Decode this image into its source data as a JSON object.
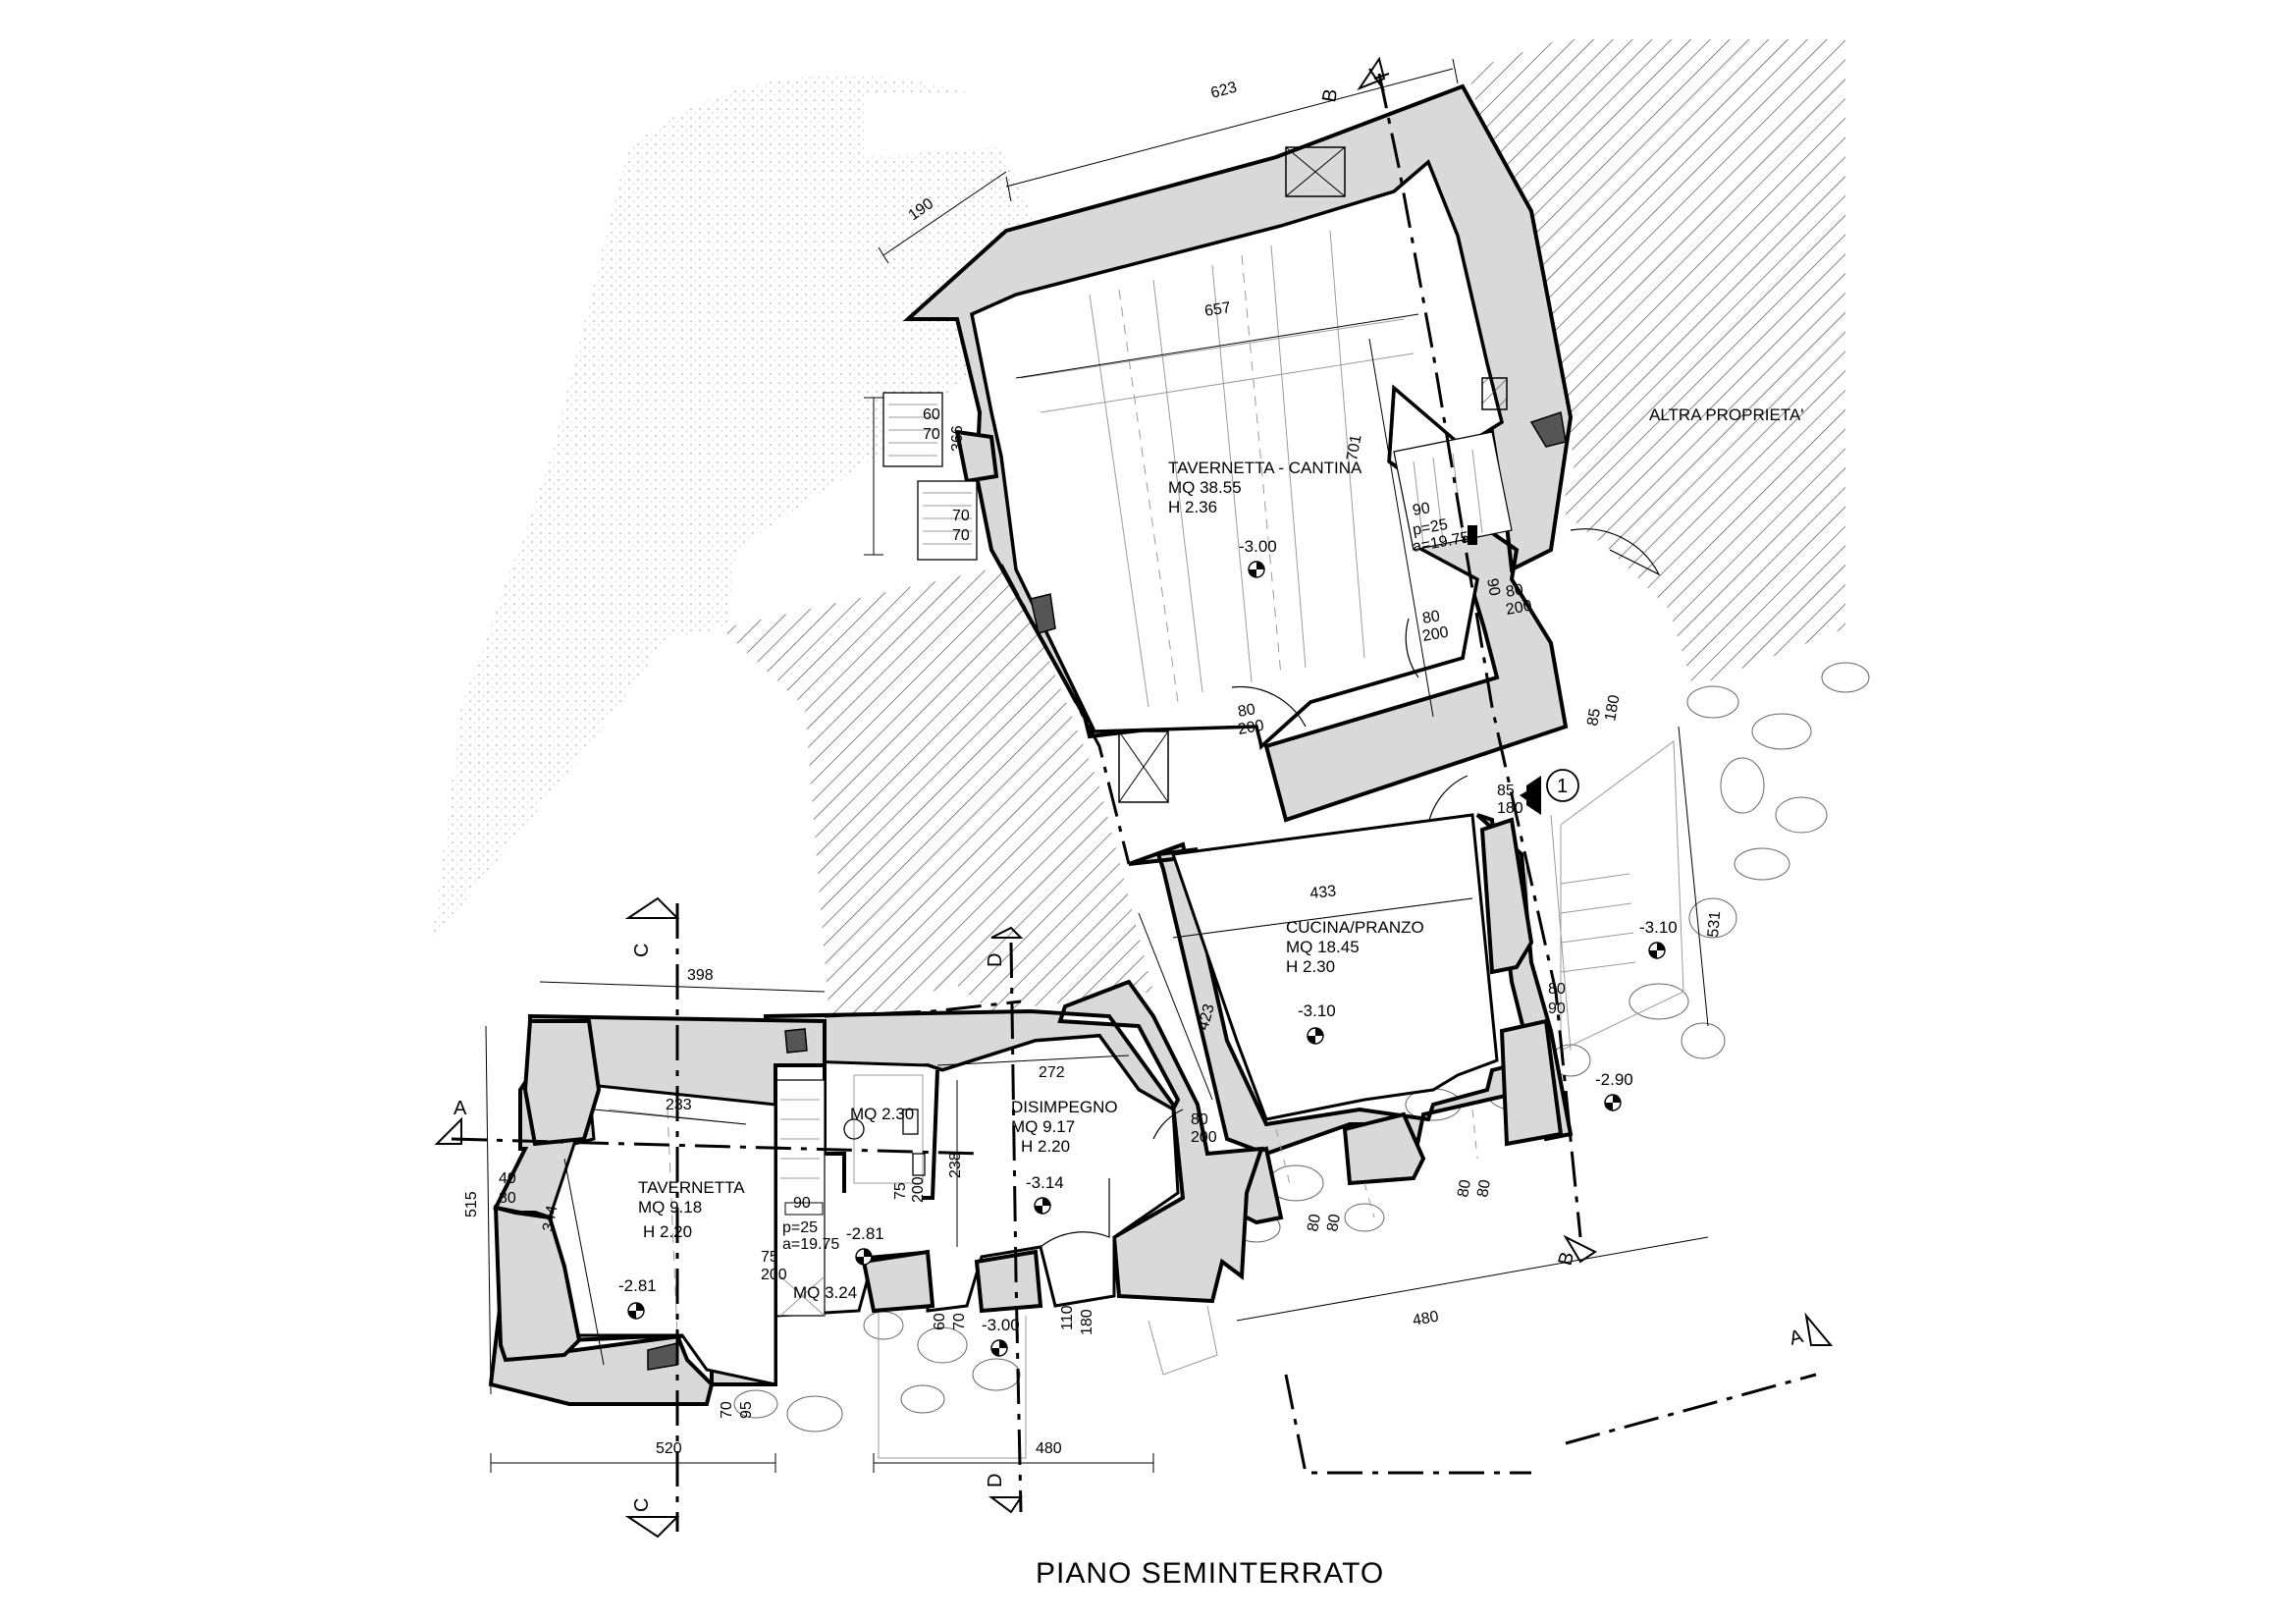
{
  "title": "PIANO SEMINTERRATO",
  "neighbor_label": "ALTRA PROPRIETA'",
  "entrance_marker": "1",
  "rooms": [
    {
      "name": "TAVERNETTA - CANTINA",
      "area": "MQ 38.55",
      "height": "H 2.36",
      "level": "-3.00"
    },
    {
      "name": "CUCINA/PRANZO",
      "area": "MQ 18.45",
      "height": "H 2.30",
      "level": "-3.10"
    },
    {
      "name": "DISIMPEGNO",
      "area": "MQ 9.17",
      "height": "H 2.20",
      "level": "-3.14"
    },
    {
      "name": "TAVERNETTA",
      "area": "MQ 9.18",
      "height": "H 2.20",
      "level": "-2.81"
    },
    {
      "name": "",
      "area": "MQ 2.30",
      "height": "",
      "level": ""
    },
    {
      "name": "",
      "area": "MQ 3.24",
      "height": "",
      "level": ""
    }
  ],
  "levels": {
    "stair": "-2.81",
    "outside_right": "-3.10",
    "outside_right_low": "-2.90",
    "outside_bottom": "-3.00"
  },
  "dimensions": {
    "d623": "623",
    "d190": "190",
    "d657": "657",
    "d701": "701",
    "d366": "366",
    "d60": "60",
    "d70a": "70",
    "d70b": "70",
    "d70c": "70",
    "d90s": "90",
    "p25": "p=25",
    "a1975": "a=19.75",
    "d90b": "90",
    "d80a": "80",
    "d200a": "200",
    "d80b": "80",
    "d200b": "200",
    "d80c": "80",
    "d200c": "200",
    "d85a": "85",
    "d180a": "180",
    "d85b": "85",
    "d180b": "180",
    "d433": "433",
    "d423": "423",
    "d531": "531",
    "d80d": "80",
    "d90d": "90",
    "d80e": "80",
    "d200e": "200",
    "d80f": "80",
    "d80g": "80",
    "d80h": "80",
    "d80i": "80",
    "d480a": "480",
    "d480b": "480",
    "d398": "398",
    "d233": "233",
    "d344": "344",
    "d515": "515",
    "d520": "520",
    "d40": "40",
    "d80j": "80",
    "d272": "272",
    "d238": "238",
    "d90e": "90",
    "d75a": "75",
    "d200f": "200",
    "p25b": "p=25",
    "a1975b": "a=19.75",
    "d75b": "75",
    "d200g": "200",
    "d60b": "60",
    "d70d": "70",
    "d110": "110",
    "d180c": "180",
    "d70e": "70",
    "d95": "95"
  },
  "sections": {
    "a": "A",
    "b": "B",
    "c": "C",
    "d": "D"
  }
}
